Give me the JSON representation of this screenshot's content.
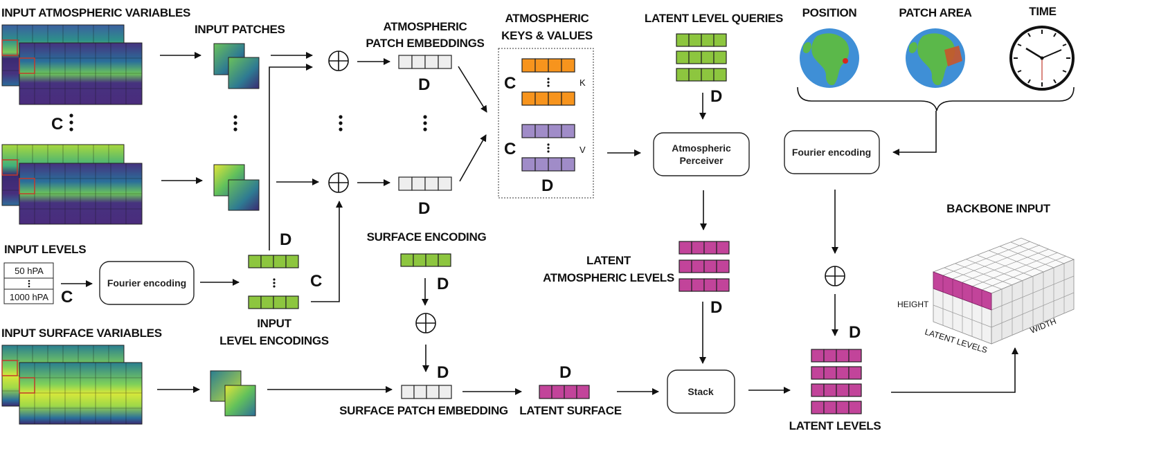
{
  "labels": {
    "input_atmospheric_variables": "INPUT ATMOSPHERIC VARIABLES",
    "input_patches": "INPUT PATCHES",
    "atm_patch_embeddings_l1": "ATMOSPHERIC",
    "atm_patch_embeddings_l2": "PATCH EMBEDDINGS",
    "atm_keys_values_l1": "ATMOSPHERIC",
    "atm_keys_values_l2": "KEYS & VALUES",
    "latent_level_queries": "LATENT LEVEL QUERIES",
    "position": "POSITION",
    "patch_area": "PATCH AREA",
    "time": "TIME",
    "input_levels": "INPUT LEVELS",
    "level_top": "50 hPA",
    "level_bottom": "1000 hPA",
    "input_level_encodings_l1": "INPUT",
    "input_level_encodings_l2": "LEVEL ENCODINGS",
    "surface_encoding": "SURFACE ENCODING",
    "input_surface_variables": "INPUT SURFACE VARIABLES",
    "surface_patch_embedding": "SURFACE PATCH EMBEDDING",
    "latent_surface": "LATENT SURFACE",
    "latent_atm_levels_l1": "LATENT",
    "latent_atm_levels_l2": "ATMOSPHERIC LEVELS",
    "latent_levels": "LATENT  LEVELS",
    "backbone_input": "BACKBONE INPUT",
    "height": "HEIGHT",
    "latent_levels_axis": "LATENT LEVELS",
    "width": "WIDTH",
    "K": "K",
    "V": "V",
    "C": "C",
    "D": "D",
    "dots": "⋮"
  },
  "boxes": {
    "fourier_left": "Fourier encoding",
    "fourier_right": "Fourier encoding",
    "perceiver_l1": "Atmospheric",
    "perceiver_l2": "Perceiver",
    "stack": "Stack"
  },
  "colors": {
    "green": "#8dc63f",
    "orange": "#f7941d",
    "purple": "#a08cc8",
    "magenta": "#c2449a",
    "gray": "#eeeeee",
    "map_dark": "#3b2a72",
    "map_mid": "#2a8c8a",
    "map_light": "#c9e23a",
    "ocean": "#3f8fd6",
    "land": "#5bb84a",
    "patch_red": "#c0392b"
  }
}
